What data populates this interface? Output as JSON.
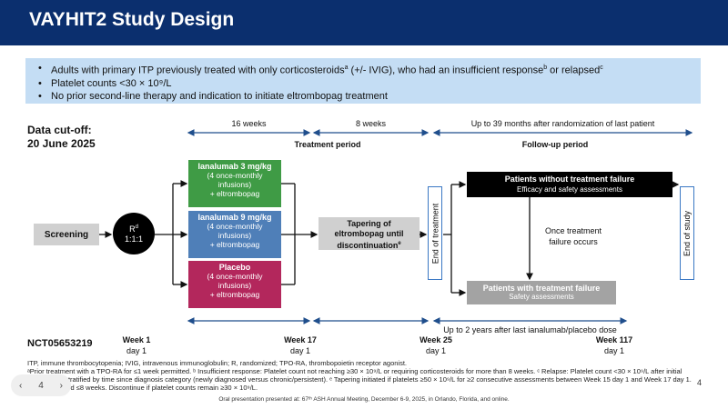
{
  "title": "VAYHIT2 Study Design",
  "criteria": [
    {
      "text": "Adults with primary ITP previously treated with only corticosteroids",
      "sup1": "a",
      "text2": " (+/- IVIG), who had an insufficient response",
      "sup2": "b",
      "text3": " or relapsed",
      "sup3": "c"
    },
    {
      "text": "Platelet counts <30 × 10⁹/L"
    },
    {
      "text": "No prior second-line therapy and indication to initiate eltrombopag treatment"
    }
  ],
  "cutoff": {
    "line1": "Data cut-off:",
    "line2": "20 June 2025"
  },
  "top_durations": {
    "d1": "16 weeks",
    "d2": "8 weeks",
    "d3": "Up to 39 months after randomization of last patient"
  },
  "periods": {
    "treatment": "Treatment period",
    "followup": "Follow-up period"
  },
  "screening": "Screening",
  "randomization": {
    "line1": "R",
    "sup": "d",
    "line2": "1:1:1"
  },
  "arms": [
    {
      "title": "Ianalumab 3 mg/kg",
      "line1": "(4 once-monthly",
      "line2": "infusions)",
      "line3": "+ eltrombopag"
    },
    {
      "title": "Ianalumab 9 mg/kg",
      "line1": "(4 once-monthly",
      "line2": "infusions)",
      "line3": "+ eltrombopag"
    },
    {
      "title": "Placebo",
      "line1": "(4 once-monthly",
      "line2": "infusions)",
      "line3": "+ eltrombopag"
    }
  ],
  "tapering": {
    "line1": "Tapering of",
    "line2": "eltrombopag until",
    "line3": "discontinuation",
    "sup": "e"
  },
  "end_treatment": "End of treatment",
  "end_study": "End of study",
  "no_failure": {
    "title": "Patients without treatment failure",
    "sub": "Efficacy and safety assessments"
  },
  "with_failure": {
    "title": "Patients with treatment failure",
    "sub": "Safety assessments"
  },
  "once_failure": {
    "line1": "Once treatment",
    "line2": "failure occurs"
  },
  "bottom_duration": "Up to 2 years after last ianalumab/placebo dose",
  "nct": "NCT05653219",
  "weeks": [
    {
      "week": "Week 1",
      "day": "day 1"
    },
    {
      "week": "Week 17",
      "day": "day 1"
    },
    {
      "week": "Week 25",
      "day": "day 1"
    },
    {
      "week": "Week 117",
      "day": "day 1"
    }
  ],
  "footnotes": {
    "line1": "ITP, immune thrombocytopenia; IVIG, intravenous immunoglobulin; R, randomized; TPO-RA, thrombopoietin receptor agonist.",
    "line2": "ᵃPrior treatment with a TPO-RA for ≤1 week permitted. ᵇ Insufficient response: Platelet count not reaching ≥30 × 10⁹/L or requiring corticosteroids for more than 8 weeks. ᶜ Relapse: Platelet count <30 × 10⁹/L after initial response. ᵈ Stratified by time since diagnosis category (newly diagnosed versus chronic/persistent). ᵉ Tapering initiated if platelets ≥50 × 10⁹/L for ≥2 consecutive assessments between Week 15 day 1 and Week 17 day 1. Tapering period ≤8 weeks. Discontinue if platelet counts remain ≥30 × 10⁹/L."
  },
  "oral": "Oral presentation presented at: 67ᵗʰ ASH Annual Meeting, December 6-9, 2025, in Orlando, Florida, and online.",
  "page_number": "4",
  "pager": {
    "page": "4"
  },
  "colors": {
    "header": "#0b2f6e",
    "criteria_bg": "#c4ddf4",
    "arm1": "#3f9b45",
    "arm2": "#4f7fb8",
    "arm3": "#b3275c",
    "arrow": "#1f4e8c"
  }
}
